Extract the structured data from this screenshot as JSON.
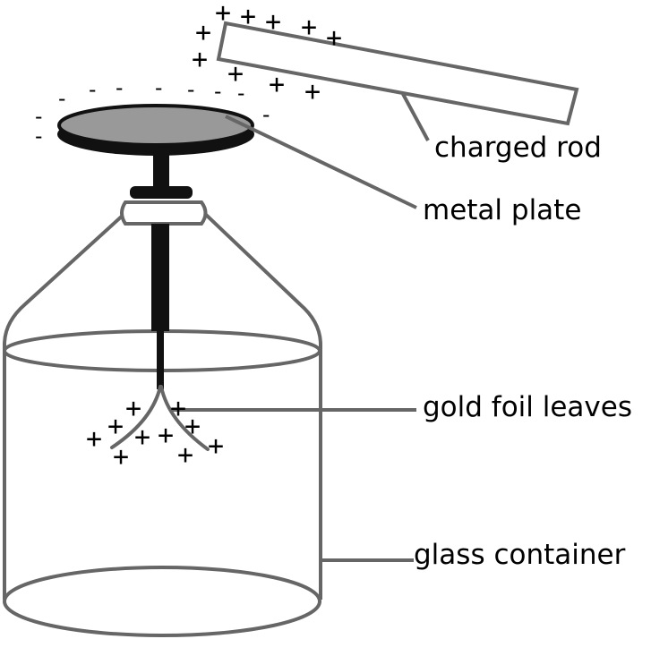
{
  "labels": {
    "charged_rod": "charged rod",
    "metal_plate": "metal plate",
    "gold_foil_leaves": "gold foil leaves",
    "glass_container": "glass container"
  },
  "symbols": {
    "positive": "+",
    "negative": "-"
  },
  "colors": {
    "outline": "#666666",
    "plate_fill": "#999999",
    "stem": "#111111",
    "text": "#000000"
  }
}
